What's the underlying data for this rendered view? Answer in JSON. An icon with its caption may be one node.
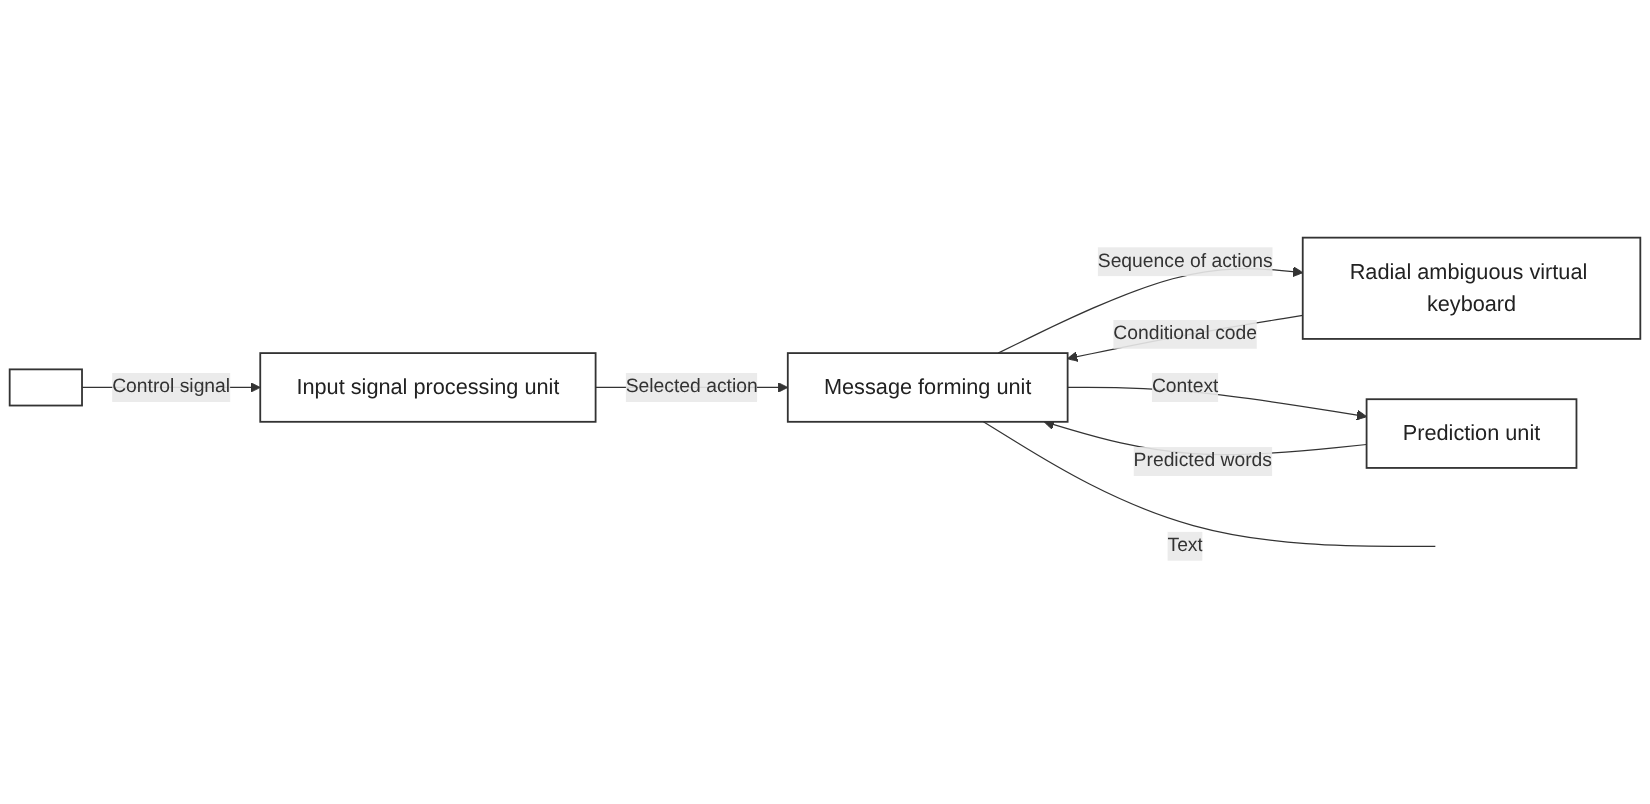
{
  "diagram": {
    "nodes": [
      {
        "text": [],
        "shape": "box"
      },
      {
        "text": [
          "Input signal processing unit"
        ]
      },
      {
        "text": [
          "Radial ambiguous virtual keyboard"
        ]
      },
      {
        "text": [
          "Message forming unit"
        ]
      },
      {
        "text": [
          "Prediction unit"
        ]
      }
    ],
    "edges": [
      {
        "from": 0,
        "to": 1,
        "arrow": "to",
        "label": "Control signal"
      },
      {
        "from": 1,
        "to": 3,
        "arrow": "to",
        "label": "Selected action"
      },
      {
        "from": 3,
        "to": 2,
        "arrow": "to",
        "label": "Sequence of actions"
      },
      {
        "from": 2,
        "to": 3,
        "arrow": "to",
        "label": "Conditional code"
      },
      {
        "from": 3,
        "to": 4,
        "arrow": "to",
        "label": "Context"
      },
      {
        "from": 4,
        "to": 3,
        "arrow": "to",
        "label": "Predicted words"
      },
      {
        "from": 3,
        "to": null,
        "arrow": "none",
        "label": "Text"
      }
    ]
  }
}
